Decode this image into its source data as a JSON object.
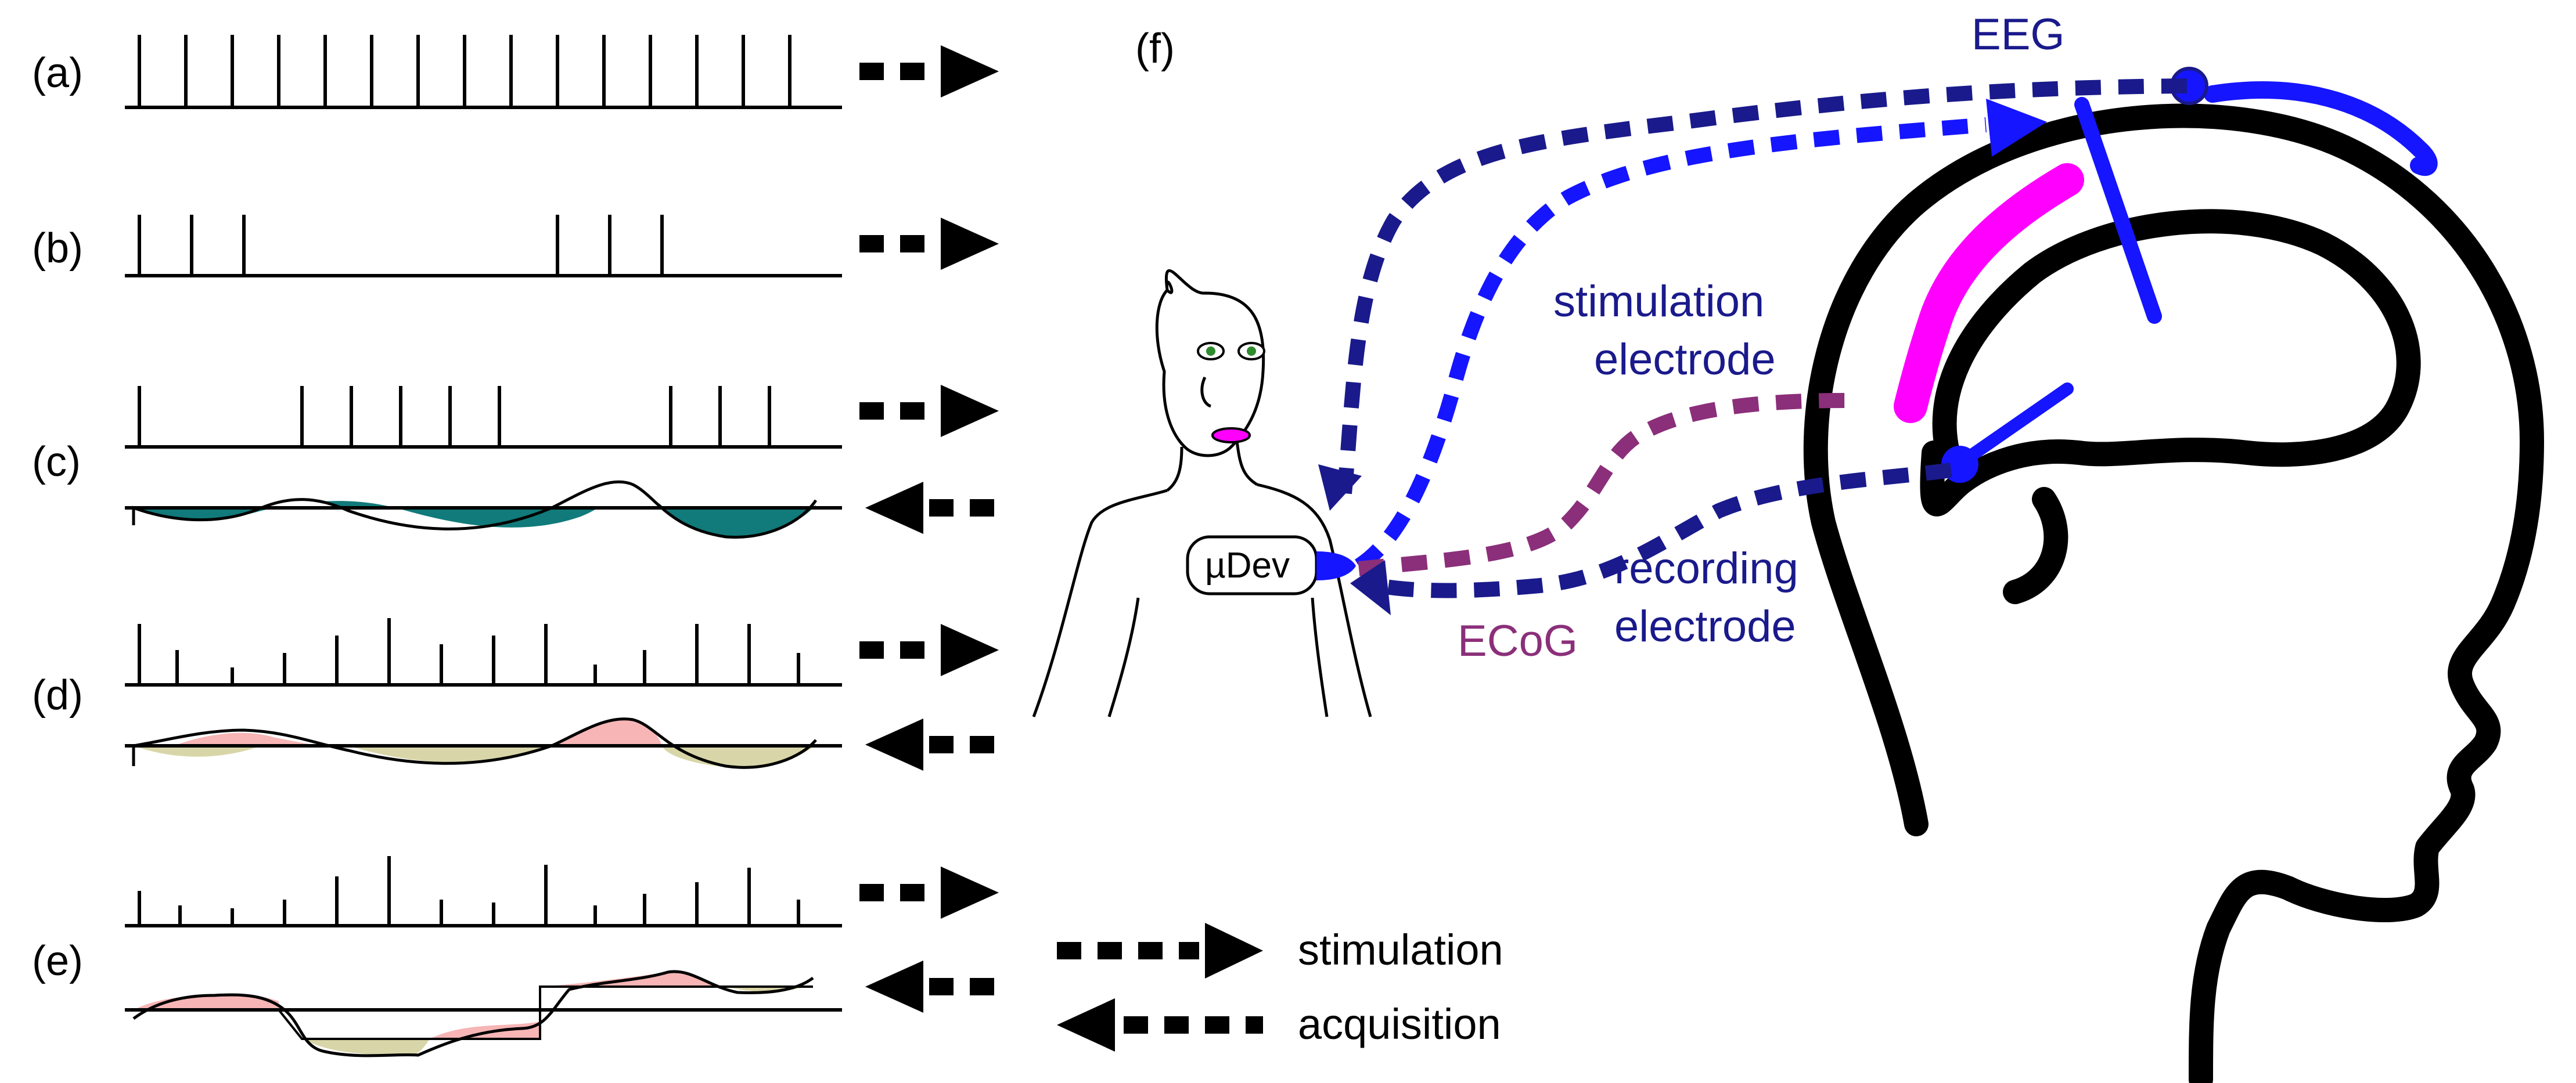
{
  "panels": {
    "a": "(a)",
    "b": "(b)",
    "c": "(c)",
    "d": "(d)",
    "e": "(e)",
    "f": "(f)"
  },
  "legend": {
    "stimulation": "stimulation",
    "acquisition": "acquisition"
  },
  "labels": {
    "eeg": "EEG",
    "stimulation_electrode_line1": "stimulation",
    "stimulation_electrode_line2": "electrode",
    "recording_electrode_line1": "recording",
    "recording_electrode_line2": "electrode",
    "ecog": "ECoG",
    "device": "µDev"
  },
  "colors": {
    "dark_blue": "#1a1a8c",
    "bright_blue": "#1515ff",
    "magenta": "#ff00ff",
    "purple": "#8b2f7a",
    "teal": "#117a7a",
    "pink": "#f7b5b5",
    "khaki": "#d8d6a8",
    "eye_green": "#2e8b2e"
  }
}
